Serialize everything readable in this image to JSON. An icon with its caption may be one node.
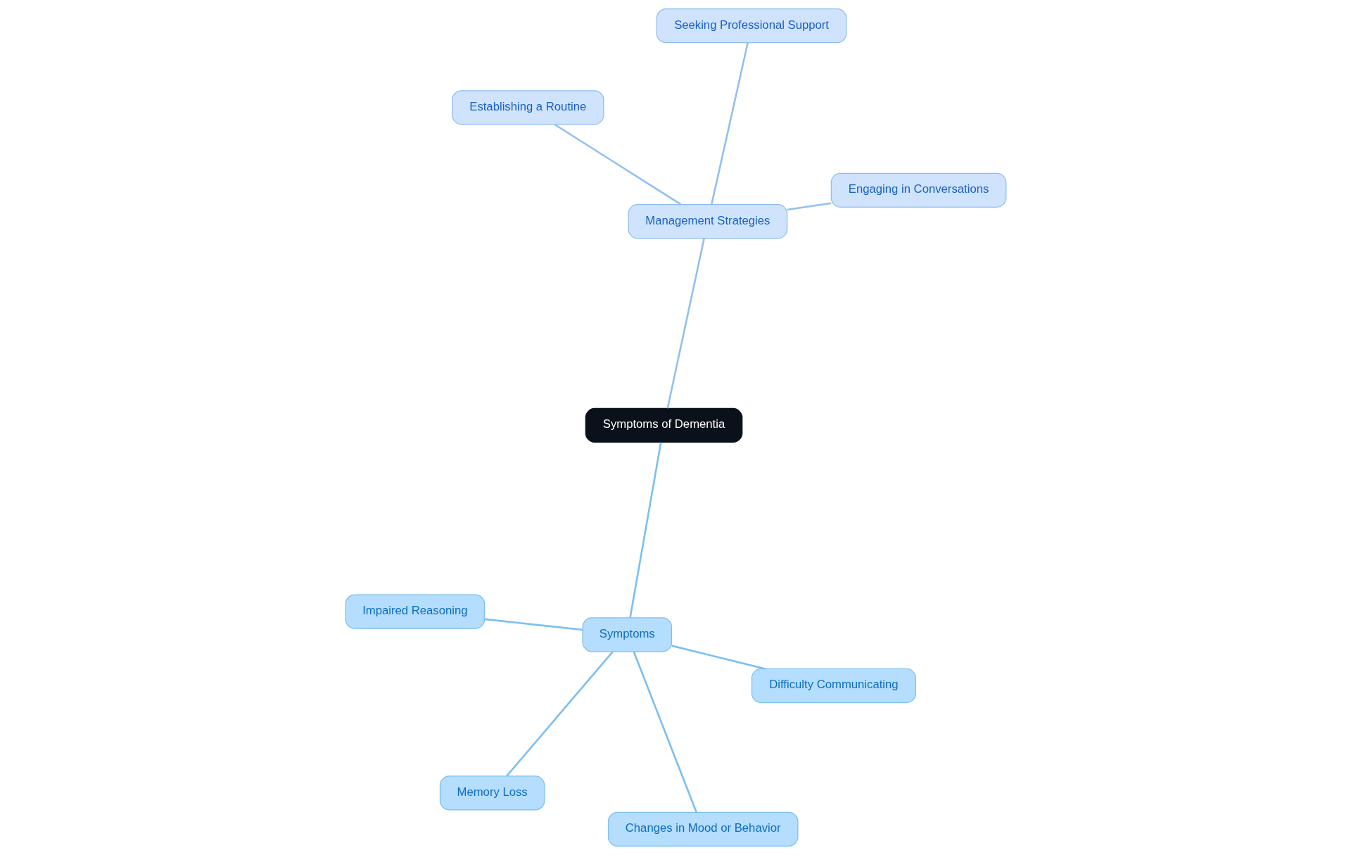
{
  "diagram": {
    "nodes": [
      {
        "text": [
          "Symptoms of Dementia"
        ]
      },
      {
        "text": [
          "Management Strategies"
        ]
      },
      {
        "text": [
          "Engaging in Conversations"
        ]
      },
      {
        "text": [
          "Establishing a Routine"
        ]
      },
      {
        "text": [
          "Seeking Professional Support"
        ]
      },
      {
        "text": [
          "Symptoms"
        ]
      },
      {
        "text": [
          "Impaired Reasoning"
        ]
      },
      {
        "text": [
          "Difficulty Communicating"
        ]
      },
      {
        "text": [
          "Memory Loss"
        ]
      },
      {
        "text": [
          "Changes in Mood or Behavior"
        ]
      }
    ],
    "edges": [
      {
        "from": 0,
        "to": 1,
        "arrow": "none"
      },
      {
        "from": 1,
        "to": 2,
        "arrow": "none"
      },
      {
        "from": 1,
        "to": 3,
        "arrow": "none"
      },
      {
        "from": 1,
        "to": 4,
        "arrow": "none"
      },
      {
        "from": 0,
        "to": 5,
        "arrow": "none"
      },
      {
        "from": 5,
        "to": 6,
        "arrow": "none"
      },
      {
        "from": 5,
        "to": 7,
        "arrow": "none"
      },
      {
        "from": 5,
        "to": 8,
        "arrow": "none"
      },
      {
        "from": 5,
        "to": 9,
        "arrow": "none"
      }
    ]
  }
}
